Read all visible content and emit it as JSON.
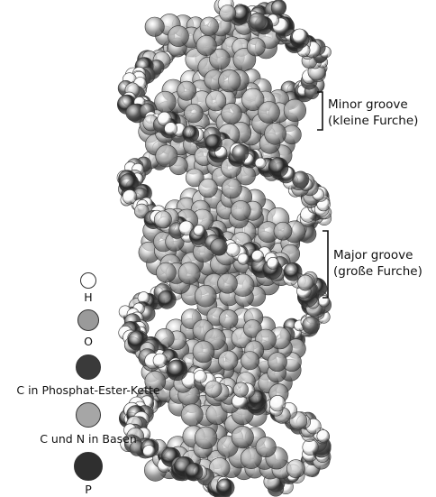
{
  "annotations": {
    "minor_groove": {
      "line1": "Minor groove",
      "line2": "(kleine Furche)"
    },
    "major_groove": {
      "line1": "Major groove",
      "line2": "(große Furche)"
    }
  },
  "legend": [
    {
      "key": "h",
      "label": "H",
      "color": "#ffffff",
      "icon": "white-atom"
    },
    {
      "key": "o",
      "label": "O",
      "color": "#9a9a9a",
      "icon": "gray-atom"
    },
    {
      "key": "c_backbone",
      "label": "C in Phosphat-Ester-Kette",
      "color": "#3a3a3a",
      "icon": "dark-atom"
    },
    {
      "key": "cn_bases",
      "label": "C und N in Basen",
      "color": "#a6a6a6",
      "icon": "gray-atom"
    },
    {
      "key": "p",
      "label": "P",
      "color": "#2f2f2f",
      "icon": "dark-atom"
    }
  ],
  "colors": {
    "white_atom": "#f7f7f7",
    "light_gray_atom": "#bdbdbd",
    "mid_gray_atom": "#a3a3a3",
    "dark_gray_atom": "#5a5a5a",
    "black_atom": "#262626"
  }
}
